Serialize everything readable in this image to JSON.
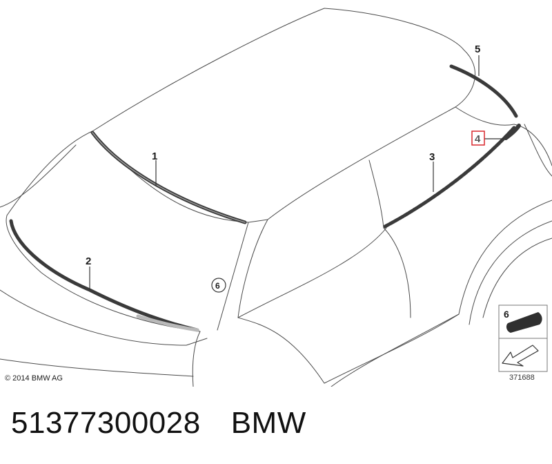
{
  "diagram": {
    "callouts": {
      "c1": "1",
      "c2": "2",
      "c3": "3",
      "c4": "4",
      "c5": "5",
      "c6": "6",
      "inset_label": "6"
    },
    "copyright": "© 2014 BMW AG",
    "diagram_number": "371688",
    "colors": {
      "highlight_box": "#d9262c",
      "seal_strip": "#3a3a3a",
      "line": "#4a4a4a"
    }
  },
  "footer": {
    "part_number": "51377300028",
    "brand": "BMW"
  }
}
